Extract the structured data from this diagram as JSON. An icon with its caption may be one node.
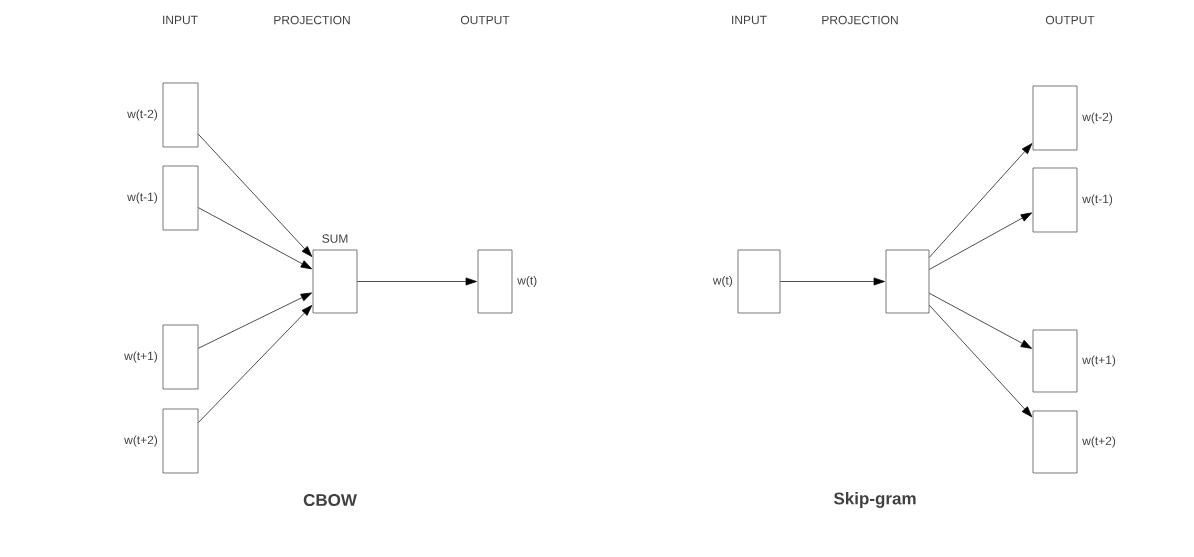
{
  "diagram": {
    "nodes": [
      {
        "text": [],
        "shape": "box",
        "beside": [
          "w(t-2)"
        ]
      },
      {
        "text": [],
        "shape": "box",
        "beside": [
          "w(t-1)"
        ]
      },
      {
        "text": [],
        "shape": "box",
        "beside": [
          "w(t+1)"
        ]
      },
      {
        "text": [],
        "shape": "box",
        "beside": [
          "w(t+2)"
        ]
      },
      {
        "text": [],
        "shape": "box",
        "beside": [
          "SUM"
        ]
      },
      {
        "text": [],
        "shape": "box",
        "beside": [
          "w(t)"
        ]
      },
      {
        "text": [],
        "shape": "box",
        "beside": [
          "w(t)"
        ]
      },
      {
        "text": [],
        "shape": "box"
      },
      {
        "text": [],
        "shape": "box",
        "beside": [
          "w(t-2)"
        ]
      },
      {
        "text": [],
        "shape": "box",
        "beside": [
          "w(t-1)"
        ]
      },
      {
        "text": [],
        "shape": "box",
        "beside": [
          "w(t+1)"
        ]
      },
      {
        "text": [],
        "shape": "box",
        "beside": [
          "w(t+2)"
        ]
      }
    ],
    "edges": [
      {
        "from": 0,
        "to": 4,
        "arrow": "to"
      },
      {
        "from": 1,
        "to": 4,
        "arrow": "to"
      },
      {
        "from": 2,
        "to": 4,
        "arrow": "to"
      },
      {
        "from": 3,
        "to": 4,
        "arrow": "to"
      },
      {
        "from": 4,
        "to": 5,
        "arrow": "to"
      },
      {
        "from": 6,
        "to": 7,
        "arrow": "to"
      },
      {
        "from": 7,
        "to": 8,
        "arrow": "to"
      },
      {
        "from": 7,
        "to": 9,
        "arrow": "to"
      },
      {
        "from": 7,
        "to": 10,
        "arrow": "to"
      },
      {
        "from": 7,
        "to": 11,
        "arrow": "to"
      }
    ],
    "labels": [
      "INPUT",
      "PROJECTION",
      "OUTPUT",
      "INPUT",
      "PROJECTION",
      "OUTPUT",
      "CBOW",
      "Skip-gram"
    ]
  }
}
